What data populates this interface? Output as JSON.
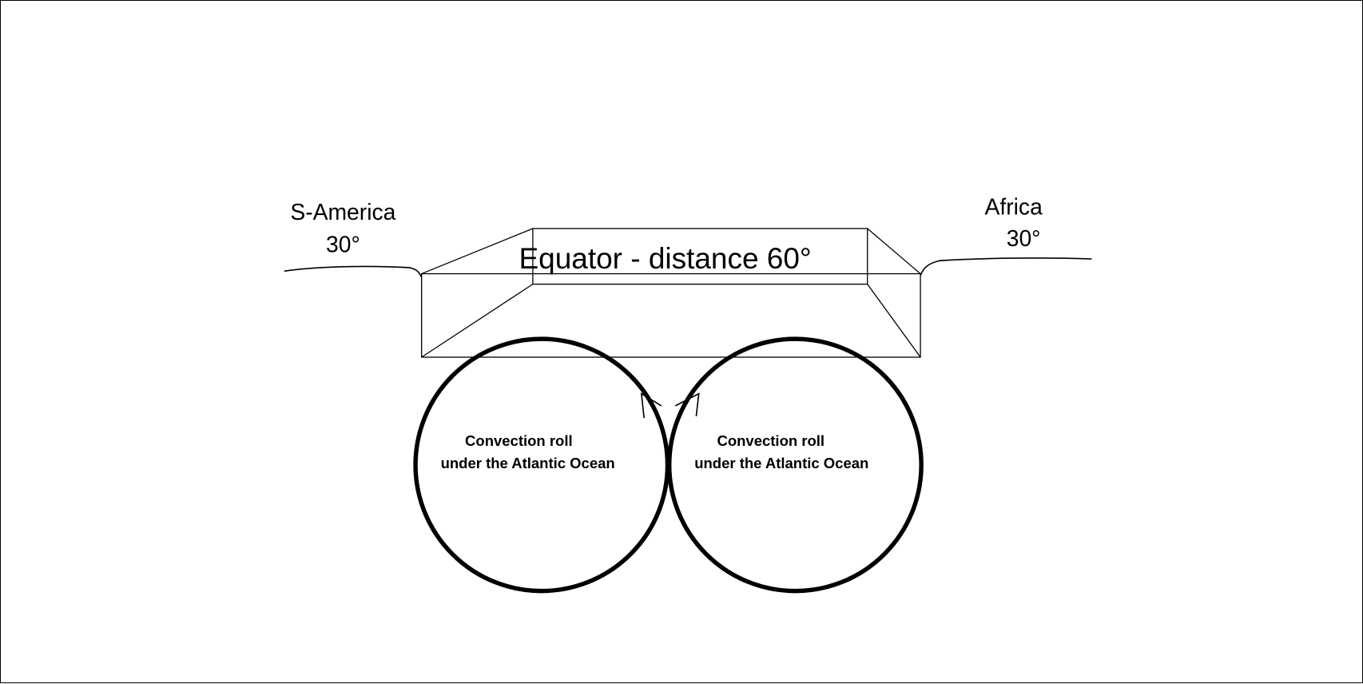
{
  "labels": {
    "left_continent": "S-America",
    "left_latitude": "30°",
    "right_continent": "Africa",
    "right_latitude": "30°",
    "equator": "Equator - distance 60°",
    "left_roll_line1": "Convection roll",
    "left_roll_line2": "under the Atlantic Ocean",
    "right_roll_line1": "Convection roll",
    "right_roll_line2": "under the Atlantic Ocean"
  },
  "colors": {
    "stroke": "#000000",
    "background": "#ffffff"
  }
}
